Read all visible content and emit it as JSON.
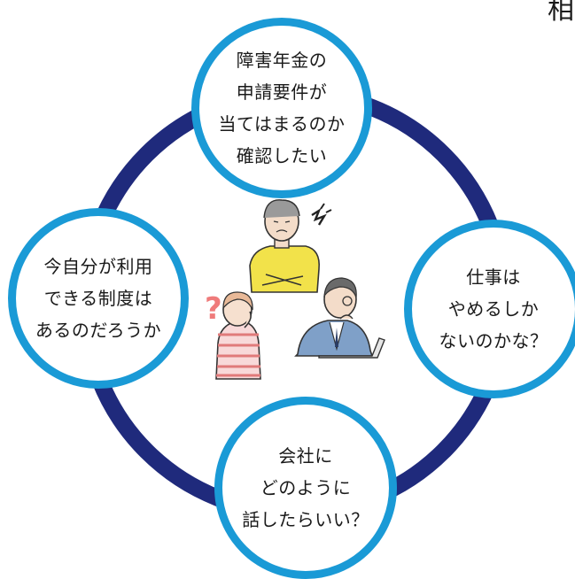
{
  "colors": {
    "ring": "#1f2a7c",
    "bubble_border": "#1a9ad6",
    "text": "#1a1a1a"
  },
  "corner_text": "相",
  "bubbles": {
    "top": {
      "lines": [
        "障害年金の",
        "申請要件が",
        "当てはまるのか",
        "確認したい"
      ]
    },
    "right": {
      "lines": [
        "仕事は",
        "やめるしか",
        "ないのかな？"
      ]
    },
    "left": {
      "lines": [
        "今自分が利用",
        "できる制度は",
        "あるのだろうか"
      ]
    },
    "bottom": {
      "lines": [
        "会社に",
        "どのように",
        "話したらいい？"
      ]
    }
  },
  "illustration": {
    "icons": [
      "worried-man-icon",
      "anger-mark-icon",
      "question-mark-icon",
      "worried-woman-icon",
      "man-at-laptop-icon"
    ],
    "question_mark": "?"
  }
}
